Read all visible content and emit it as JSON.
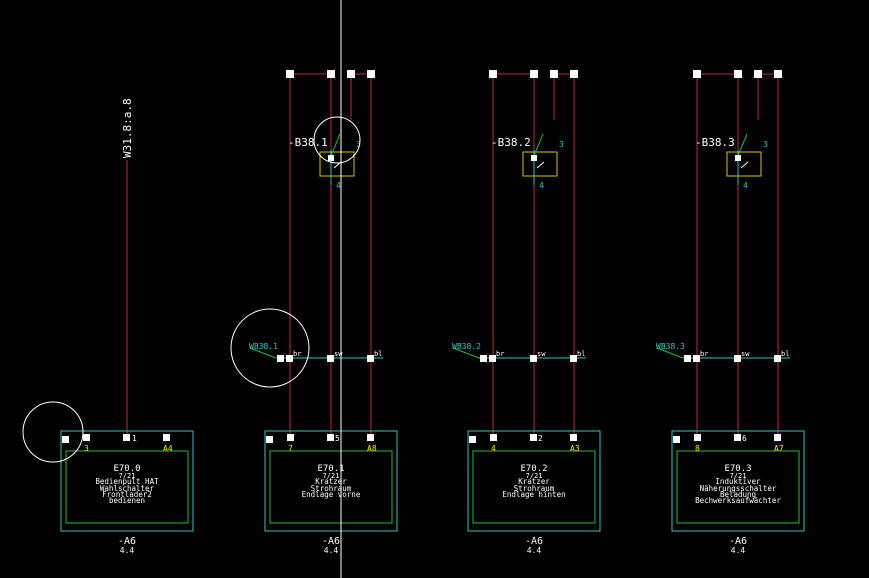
{
  "colors": {
    "background": "#000000",
    "wire": "#c62828",
    "box_outer": "#31c4c4",
    "box_inner": "#1fbf2a",
    "cable": "#31c4c4",
    "text_white": "#ffffff",
    "text_cyan": "#31c4c4",
    "highlight": "#ffffff"
  },
  "top_label": {
    "text": "W31.8:a.8"
  },
  "cursor": {
    "label": "crosshair-vertical"
  },
  "switches": [
    {
      "tag": "-B38.1",
      "pin_3": "3",
      "pin_4": "4"
    },
    {
      "tag": "-B38.2",
      "pin_3": "3",
      "pin_4": "4"
    },
    {
      "tag": "-B38.3",
      "pin_3": "3",
      "pin_4": "4"
    }
  ],
  "cables": [
    {
      "tag": "WB38.1",
      "c1": "br",
      "c2": "sw",
      "c3": "bl"
    },
    {
      "tag": "WB38.2",
      "c1": "br",
      "c2": "sw",
      "c3": "bl"
    },
    {
      "tag": "WB38.3",
      "c1": "br",
      "c2": "sw",
      "c3": "bl"
    }
  ],
  "modules": [
    {
      "pins": [
        "3",
        "1",
        "A4"
      ],
      "address": "E70.0",
      "ref": "7/21",
      "desc": [
        "Bedienpult HAT",
        "Wahlschalter",
        "Frontlader2",
        "bedienen"
      ],
      "tag": "-A6",
      "sub": "4.4"
    },
    {
      "pins": [
        "7",
        "5",
        "A8"
      ],
      "address": "E70.1",
      "ref": "7/21",
      "desc": [
        "Kratzer",
        "Strohraum",
        "Endlage vorne"
      ],
      "tag": "-A6",
      "sub": "4.4"
    },
    {
      "pins": [
        "4",
        "2",
        "A3"
      ],
      "address": "E70.2",
      "ref": "7/21",
      "desc": [
        "Kratzer",
        "Strohraum",
        "Endlage hinten"
      ],
      "tag": "-A6",
      "sub": "4.4"
    },
    {
      "pins": [
        "8",
        "6",
        "A7"
      ],
      "address": "E70.3",
      "ref": "7/21",
      "desc": [
        "Induktiver",
        "Näherungsschalter",
        "Beladung",
        "Bechwerksaufwächter"
      ],
      "tag": "-A6",
      "sub": "4.4"
    }
  ]
}
